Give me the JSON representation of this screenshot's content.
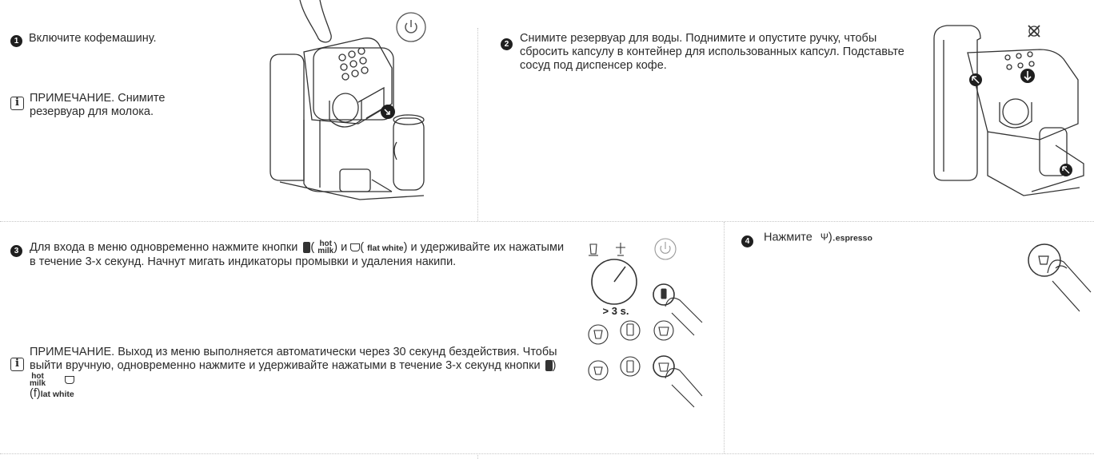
{
  "step1": {
    "number": "1",
    "text": "Включите кофемашину.",
    "note": "ПРИМЕЧАНИЕ. Снимите резервуар для молока."
  },
  "step2": {
    "number": "2",
    "text": "Снимите резервуар для воды. Поднимите и опустите ручку, чтобы сбросить капсулу в контейнер для использованных капсул. Подставьте сосуд под диспенсер кофе."
  },
  "step3": {
    "number": "3",
    "text_part1": "Для входа в меню одновременно нажмите кнопки",
    "hot_top": "hot",
    "hot_bottom": "milk",
    "text_part2": "и",
    "flat_white": "flat white",
    "text_part3": "и удерживайте их нажатыми в течение 3-х секунд. Начнут мигать индикаторы промывки и удаления накипи.",
    "timer_label": "> 3 s.",
    "note_part1": "ПРИМЕЧАНИЕ. Выход из меню выполняется автоматически через 30 секунд бездействия. Чтобы выйти вручную, одновременно нажмите и удерживайте нажатыми в течение 3-х секунд кнопки",
    "note_part2": "(f)",
    "note_flat": "lat white"
  },
  "step4": {
    "number": "4",
    "text": "Нажмите",
    "label": "espresso"
  },
  "icons": [
    "power-icon",
    "hot-milk-icon",
    "flat-white-icon",
    "espresso-icon",
    "info-icon"
  ]
}
